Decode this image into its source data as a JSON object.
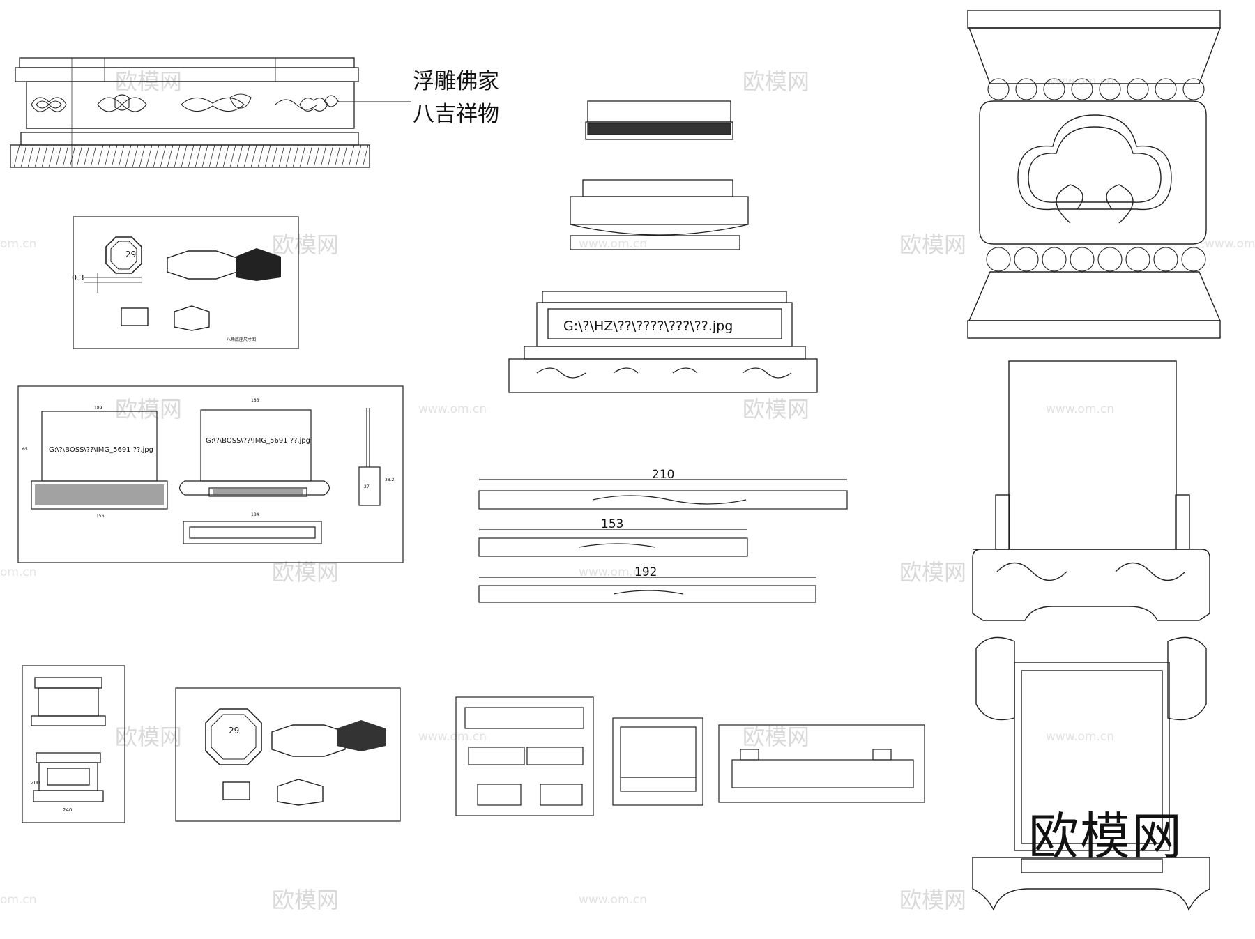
{
  "annotation": {
    "line1": "浮雕佛家",
    "line2": "八吉祥物"
  },
  "center_plaque": {
    "path": "G:\\?\\HZ\\??\\????\\???\\??.jpg"
  },
  "screen_panel": {
    "path_left": "G:\\?\\BOSS\\??\\IMG_5691 ??.jpg",
    "path_right": "G:\\?\\BOSS\\??\\IMG_5691 ??.jpg",
    "dim_top_left": "189",
    "dim_top_right": "186",
    "dim_bottom_left": "156",
    "dim_bottom_right": "184",
    "dim_left_v": "65",
    "dim_side_v": "38.2",
    "dim_side_w": "27"
  },
  "octagon_sheet": {
    "octagon_dim": "29",
    "dim_left": "0.3",
    "caption": "八角底座尺寸图"
  },
  "octagon_sheet_2": {
    "octagon_dim": "29"
  },
  "rails": [
    {
      "dim": "210"
    },
    {
      "dim": "153"
    },
    {
      "dim": "192"
    }
  ],
  "small_base_sheet": {
    "dim_h": "200",
    "dim_w": "240"
  },
  "watermarks": {
    "brand": "欧模网",
    "site": "www.om.cn",
    "site_short": "om.cn"
  },
  "big_watermark": "欧模网"
}
